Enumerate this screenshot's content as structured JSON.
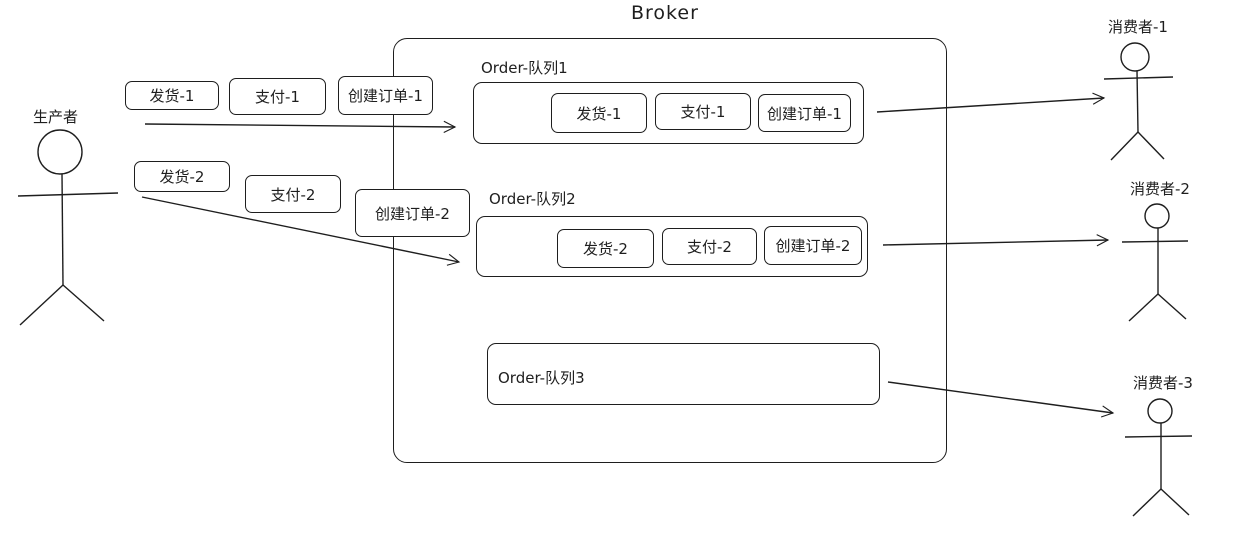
{
  "broker": {
    "title": "Broker"
  },
  "producer": {
    "label": "生产者"
  },
  "queues": [
    {
      "label": "Order-队列1",
      "messages": [
        "发货-1",
        "支付-1",
        "创建订单-1"
      ]
    },
    {
      "label": "Order-队列2",
      "messages": [
        "发货-2",
        "支付-2",
        "创建订单-2"
      ]
    },
    {
      "label": "Order-队列3",
      "messages": []
    }
  ],
  "in_transit": [
    {
      "messages": [
        "发货-1",
        "支付-1",
        "创建订单-1"
      ]
    },
    {
      "messages": [
        "发货-2",
        "支付-2",
        "创建订单-2"
      ]
    }
  ],
  "consumers": [
    {
      "label": "消费者-1"
    },
    {
      "label": "消费者-2"
    },
    {
      "label": "消费者-3"
    }
  ]
}
